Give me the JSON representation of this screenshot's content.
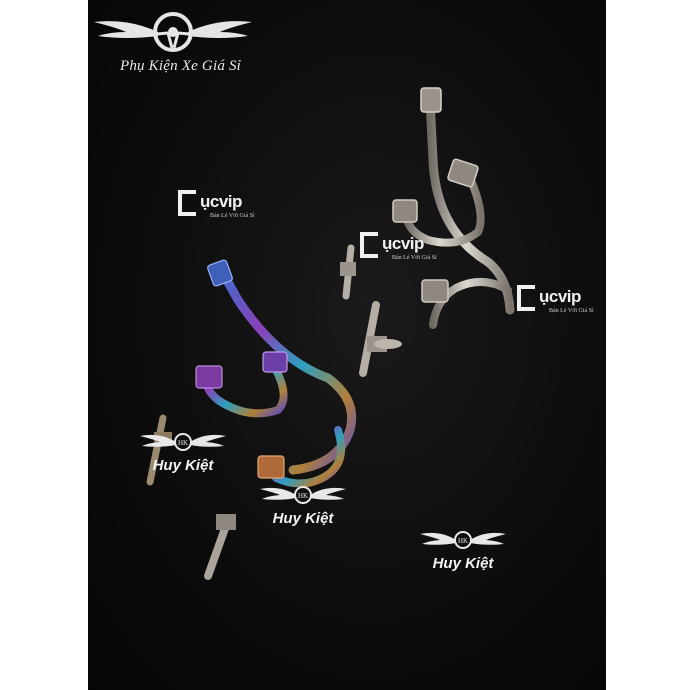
{
  "brand": {
    "caption": "Phụ Kiện Xe Giá Sỉ",
    "logo_icon": "steering-wheel-wings-icon"
  },
  "watermarks": {
    "cucvip_word": "ụcvip",
    "cucvip_tag": "Bán Lẻ Với Giá Sỉ",
    "huykiet_text": "Huy Kiệt",
    "huykiet_monogram": "HK"
  },
  "colors": {
    "background": "#0b0b0b",
    "chrome": "#c9c4bd",
    "titanium_blue": "#4d7fd0",
    "titanium_purple": "#8a3fb8"
  }
}
